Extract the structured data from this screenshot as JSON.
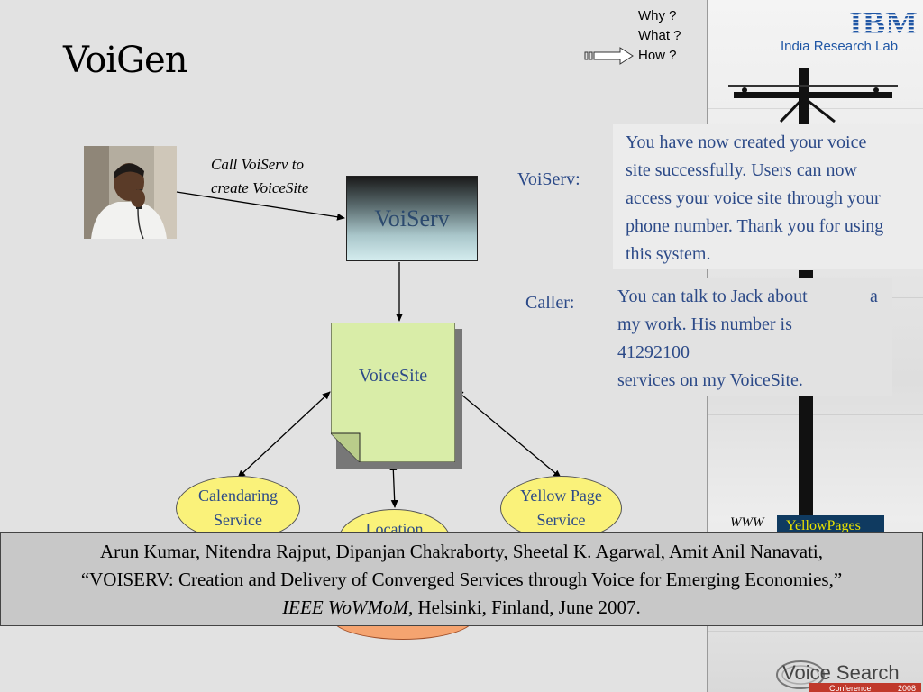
{
  "slide": {
    "title": "VoiGen"
  },
  "nav_menu": {
    "items": [
      "Why ?",
      "What ?",
      "How ?"
    ]
  },
  "ibm": {
    "logo_text": "IBM",
    "subtitle": "India  Research  Lab"
  },
  "diagram": {
    "call_label": [
      "Call VoiServ to",
      "create VoiceSite"
    ],
    "voiserv_box": "VoiServ",
    "voicesite_note": "VoiceSite",
    "services": {
      "calendaring": [
        "Calendaring",
        "Service"
      ],
      "yellow_page": [
        "Yellow Page",
        "Service"
      ],
      "location": "Location"
    }
  },
  "dialog": {
    "voiserv_speaker": "VoiServ:",
    "voiserv_message": [
      "You have now created your voice",
      "site successfully. Users can now",
      "access your voice site through your",
      "phone number. Thank you for using",
      "this system."
    ],
    "caller_speaker": "Caller:",
    "caller_message": [
      "You can talk to Jack about",
      "my work. His number is",
      "41292100",
      "services on my VoiceSite."
    ],
    "caller_message_extra": "a"
  },
  "side_graphic": {
    "www": "WWW",
    "badge": "YellowPages"
  },
  "citation": {
    "authors": "Arun Kumar, Nitendra Rajput, Dipanjan Chakraborty, Sheetal K. Agarwal, Amit Anil Nanavati,",
    "title": "“VOISERV: Creation and Delivery of Converged Services through Voice for Emerging Economies,”",
    "venue": "IEEE WoWMoM,",
    "venue_rest": " Helsinki, Finland, June 2007."
  },
  "footer_logo": {
    "main": "Voice Search",
    "sub": "Conference",
    "year": "2008"
  },
  "colors": {
    "accent_blue": "#2c4a88",
    "ibm_blue": "#1f56a5",
    "note_green": "#d9eda8",
    "oval_yellow": "#faf27a",
    "oval_orange": "#f5a470"
  }
}
